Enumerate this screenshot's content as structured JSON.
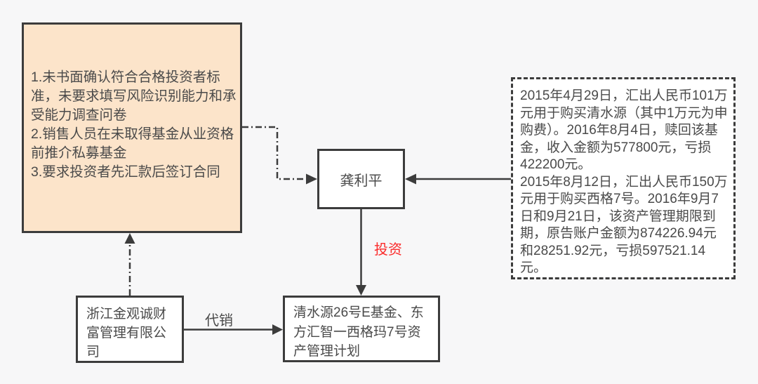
{
  "nodes": {
    "violations": {
      "items": [
        "1.未书面确认符合合格投资者标准，未要求填写风险识别能力和承受能力调查问卷",
        "2.销售人员在未取得基金从业资格前推介私募基金",
        "3.要求投资者先汇款后签订合同"
      ]
    },
    "person": {
      "label": "龚利平"
    },
    "details": {
      "paragraphs": [
        "2015年4月29日，汇出人民币101万元用于购买清水源（其中1万元为申购费）。2016年8月4日，赎回该基金，收入金额为577800元，亏损422200元。",
        "2015年8月12日，汇出人民币150万元用于购买西格7号。2016年9月7日和9月21日，该资产管理期限到期，原告账户金额为874226.94元和28251.92元，亏损597521.14元。"
      ]
    },
    "company": {
      "label": "浙江金观诚财富管理有限公司"
    },
    "products": {
      "label": "清水源26号E基金、东方汇智一西格玛7号资产管理计划"
    }
  },
  "edges": {
    "invest_label": "投资",
    "consign_label": "代销"
  },
  "colors": {
    "highlight_fill": "#fce4ca",
    "line": "#3c3c3c",
    "invest_label_color": "#fb2a2a",
    "background": "#f7f7f8"
  }
}
